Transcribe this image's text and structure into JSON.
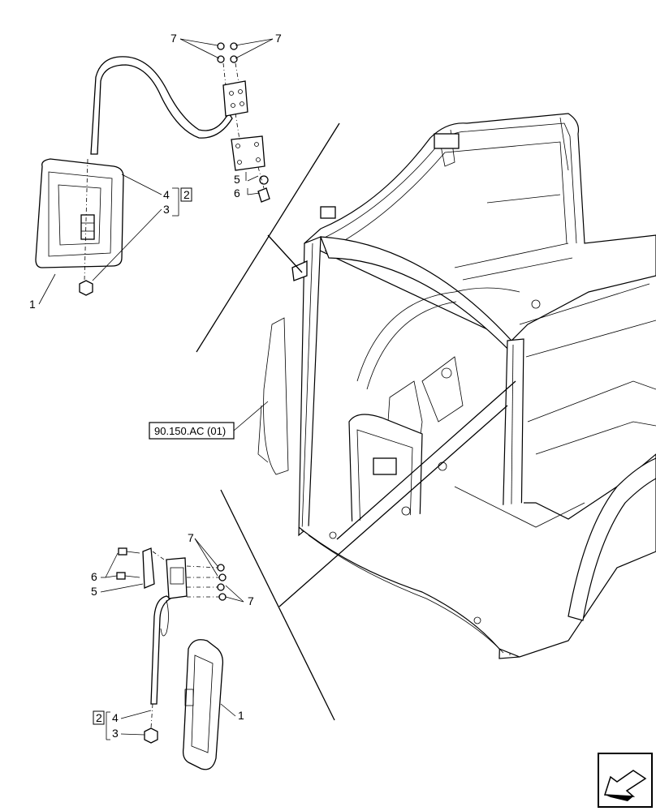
{
  "callouts": {
    "c1_upper": "1",
    "c3_upper": "3",
    "c4_upper": "4",
    "c5_upper": "5",
    "c6_upper": "6",
    "c7_upper_left": "7",
    "c7_upper_right": "7",
    "c1_lower": "1",
    "c3_lower": "3",
    "c4_lower": "4",
    "c5_lower": "5",
    "c6_lower": "6",
    "c7_lower_top": "7",
    "c7_lower_bottom": "7"
  },
  "kit_marker_upper": "2",
  "kit_marker_lower": "2",
  "reference_label": "90.150.AC (01)",
  "icons": {
    "upper_mirror": "mirror-assembly-icon",
    "lower_mirror": "mirror-assembly-icon",
    "cab": "cab-frame-icon",
    "nav": "next-page-arrow-icon"
  }
}
